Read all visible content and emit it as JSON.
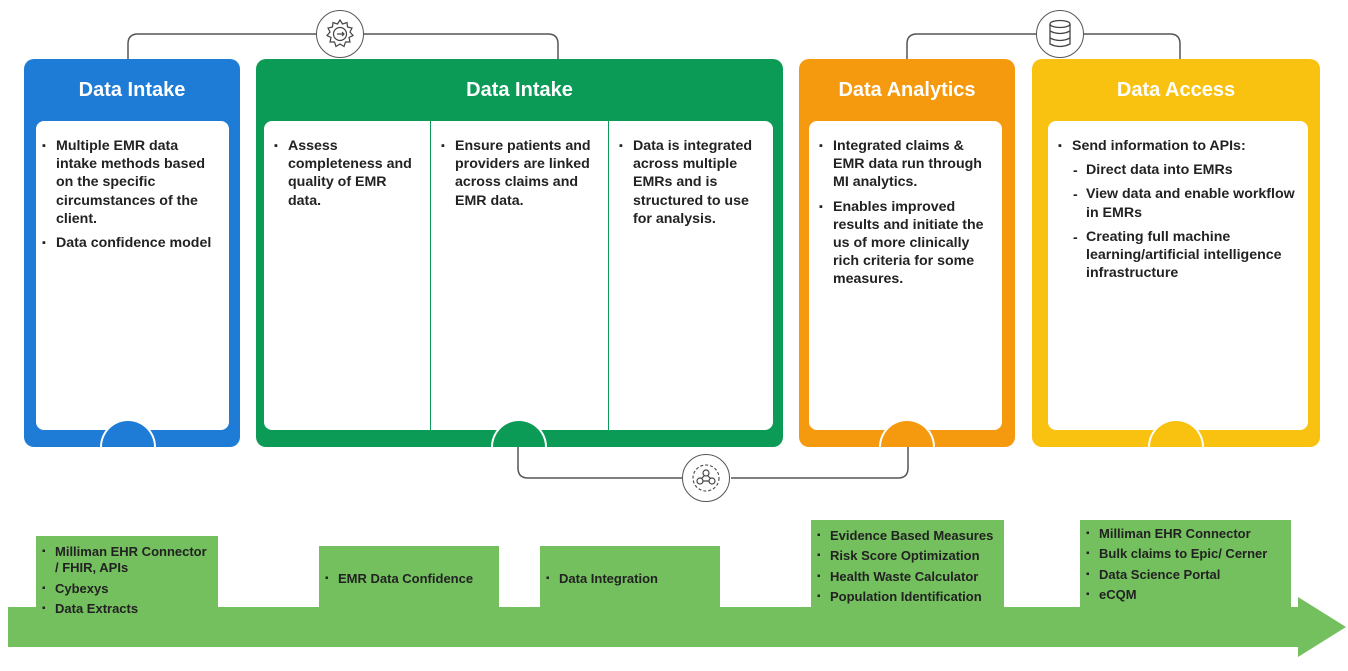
{
  "colors": {
    "blue": "#1e7bd6",
    "green": "#0b9b57",
    "orange": "#f59a0f",
    "yellow": "#f9c210",
    "light_green": "#74bf5e"
  },
  "icons": [
    "gear-connector-icon",
    "database-icon",
    "network-analysis-icon"
  ],
  "stages": [
    {
      "title": "Data Intake",
      "bullets": [
        "Multiple EMR data intake methods based on the specific circumstances of the client.",
        "Data confidence model"
      ]
    },
    {
      "title": "Data Intake",
      "columns": [
        "Assess completeness and quality of EMR data.",
        "Ensure patients and providers are linked across claims and EMR data.",
        "Data is integrated across multiple EMRs and is structured to use for analysis."
      ]
    },
    {
      "title": "Data Analytics",
      "bullets": [
        "Integrated claims & EMR data run through MI analytics.",
        "Enables improved results and initiate the us of more clinically rich criteria for some measures."
      ]
    },
    {
      "title": "Data Access",
      "bullet": "Send information to APIs:",
      "sub_items": [
        "Direct data into EMRs",
        "View data and enable workflow in EMRs",
        "Creating full machine learning/artificial intelligence infrastructure"
      ]
    }
  ],
  "products": [
    [
      "Milliman EHR Connector / FHIR, APIs",
      "Cybexys",
      "Data Extracts"
    ],
    [
      "EMR Data Confidence"
    ],
    [
      "Data Integration"
    ],
    [
      "Evidence Based Measures",
      "Risk Score Optimization",
      "Health Waste Calculator",
      "Population Identification"
    ],
    [
      "Milliman EHR Connector",
      "Bulk claims to Epic/ Cerner",
      "Data Science Portal",
      "eCQM"
    ]
  ]
}
